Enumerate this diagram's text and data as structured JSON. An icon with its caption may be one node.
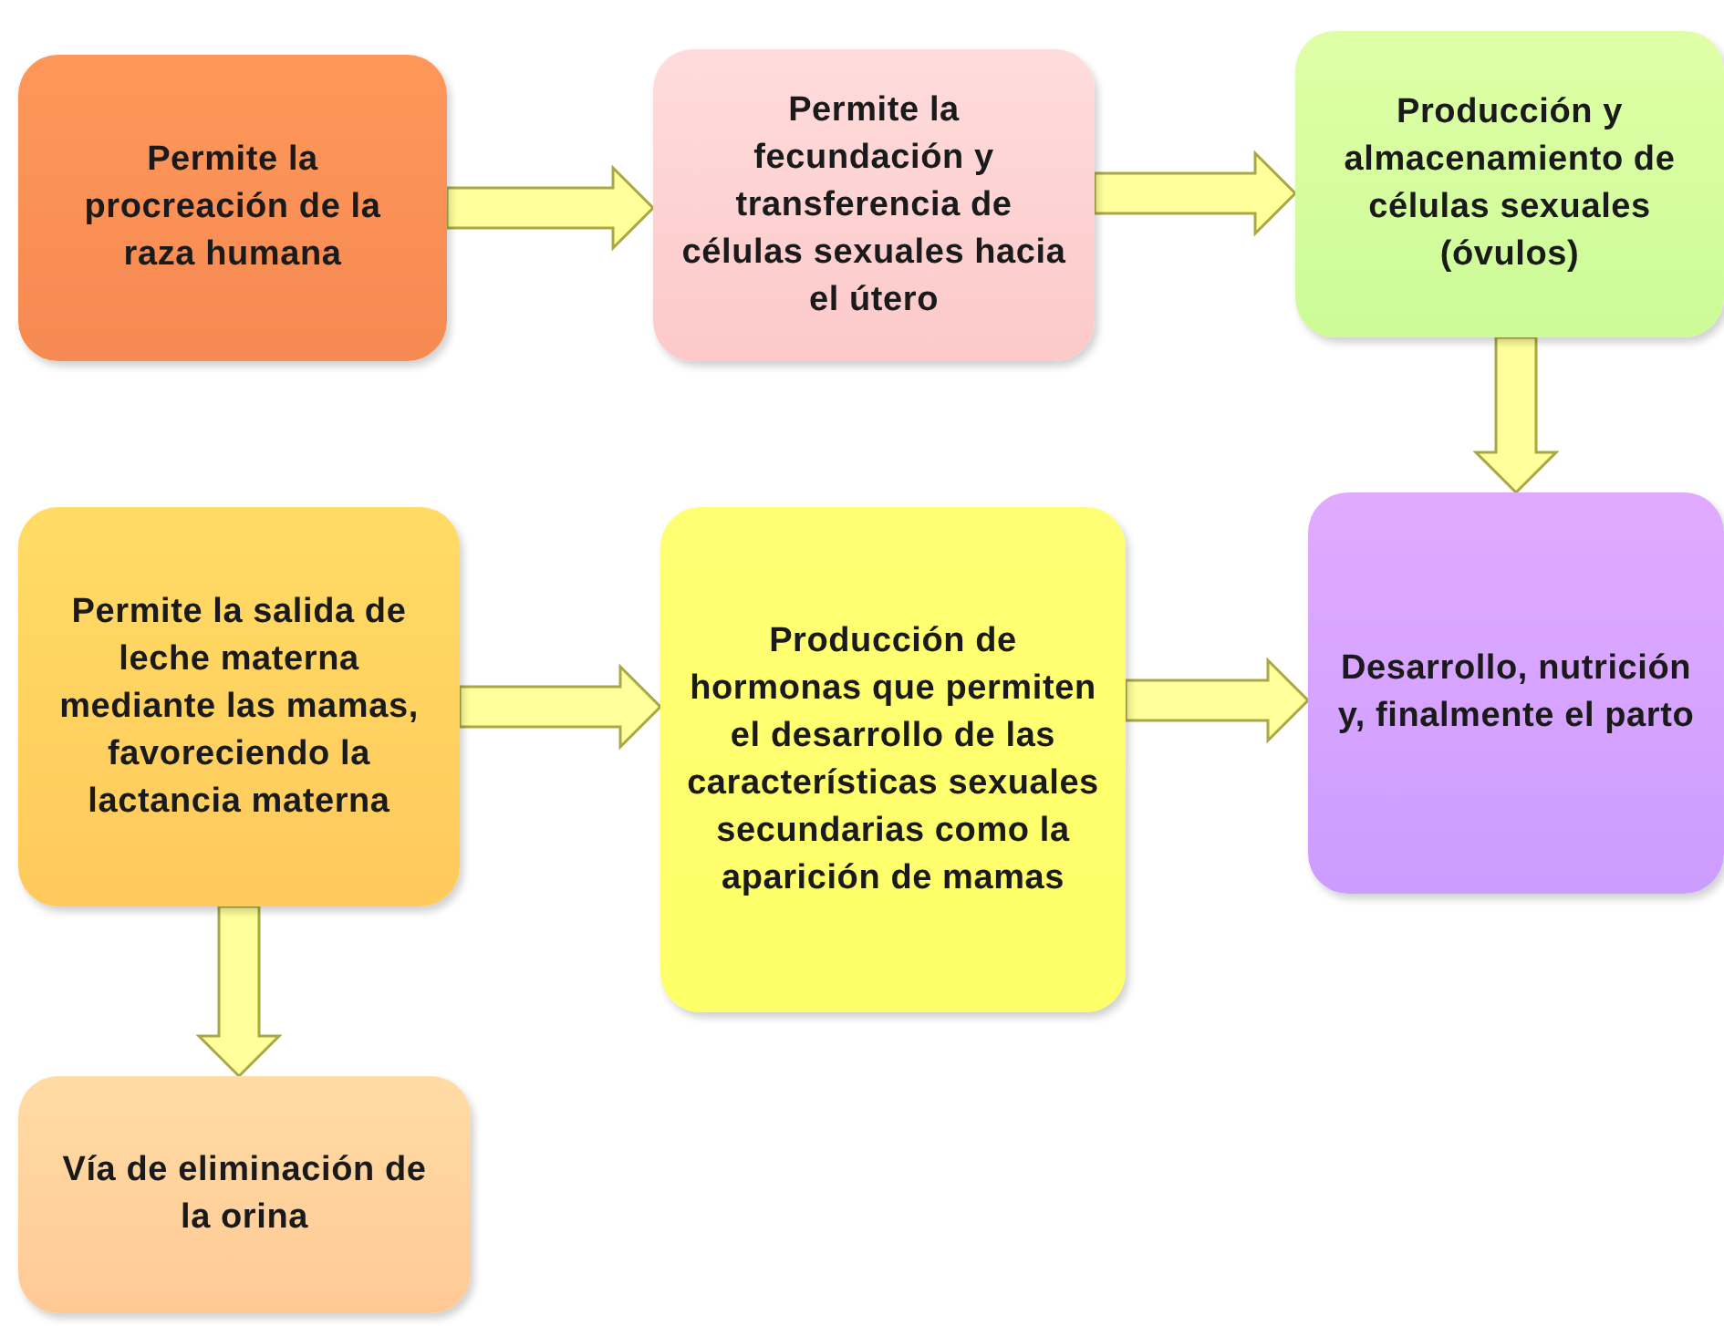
{
  "diagram": {
    "nodes": [
      {
        "text": [
          "Permite la procreación de la raza humana"
        ]
      },
      {
        "text": [
          "Permite la fecundación y transferencia de células sexuales hacia el útero"
        ]
      },
      {
        "text": [
          "Producción y almacenamiento de células sexuales (óvulos)"
        ]
      },
      {
        "text": [
          "Permite la salida de leche materna mediante las mamas, favoreciendo la lactancia materna"
        ]
      },
      {
        "text": [
          "Producción de hormonas que permiten el desarrollo de las características sexuales secundarias como la aparición de mamas"
        ]
      },
      {
        "text": [
          "Desarrollo, nutrición y, finalmente el parto"
        ]
      },
      {
        "text": [
          "Vía de eliminación de la orina"
        ]
      }
    ],
    "edges": [
      {
        "from": 0,
        "to": 1,
        "arrow": "to"
      },
      {
        "from": 1,
        "to": 2,
        "arrow": "to"
      },
      {
        "from": 2,
        "to": 5,
        "arrow": "to"
      },
      {
        "from": 3,
        "to": 4,
        "arrow": "to"
      },
      {
        "from": 4,
        "to": 5,
        "arrow": "to"
      },
      {
        "from": 3,
        "to": 6,
        "arrow": "to"
      }
    ]
  }
}
